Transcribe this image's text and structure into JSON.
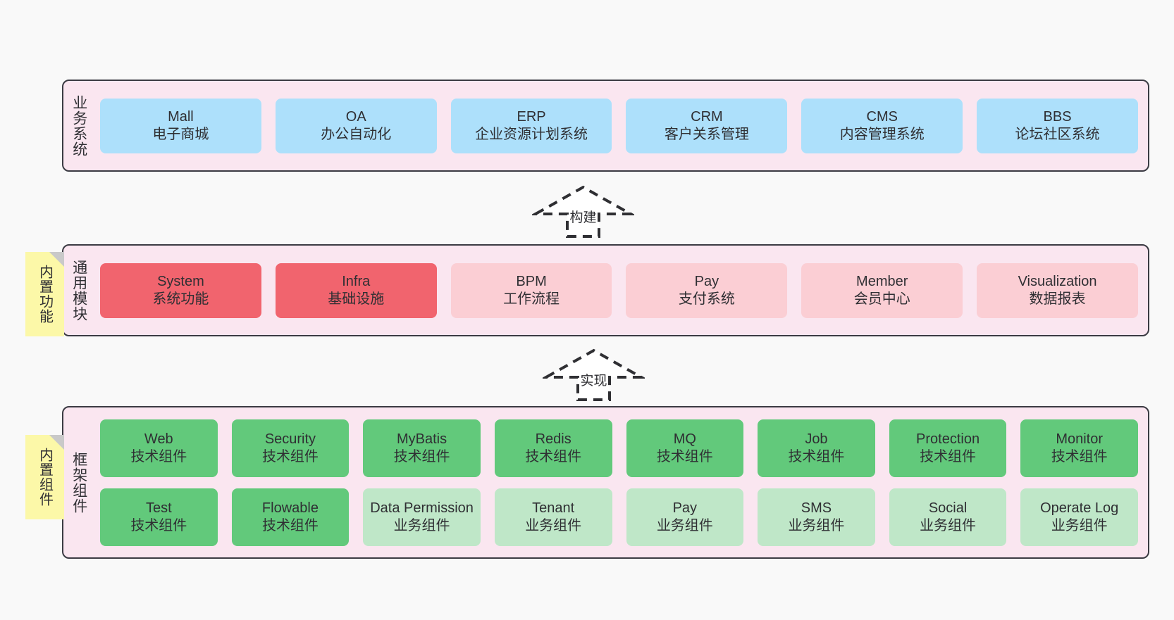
{
  "layers": [
    {
      "id": "business",
      "title": "业务系统",
      "rows": [
        {
          "cards": [
            {
              "en": "Mall",
              "cn": "电子商城",
              "style": "blue"
            },
            {
              "en": "OA",
              "cn": "办公自动化",
              "style": "blue"
            },
            {
              "en": "ERP",
              "cn": "企业资源计划系统",
              "style": "blue"
            },
            {
              "en": "CRM",
              "cn": "客户关系管理",
              "style": "blue"
            },
            {
              "en": "CMS",
              "cn": "内容管理系统",
              "style": "blue"
            },
            {
              "en": "BBS",
              "cn": "论坛社区系统",
              "style": "blue"
            }
          ]
        }
      ]
    },
    {
      "id": "modules",
      "title": "通用模块",
      "rows": [
        {
          "cards": [
            {
              "en": "System",
              "cn": "系统功能",
              "style": "red"
            },
            {
              "en": "Infra",
              "cn": "基础设施",
              "style": "red"
            },
            {
              "en": "BPM",
              "cn": "工作流程",
              "style": "pink"
            },
            {
              "en": "Pay",
              "cn": "支付系统",
              "style": "pink"
            },
            {
              "en": "Member",
              "cn": "会员中心",
              "style": "pink"
            },
            {
              "en": "Visualization",
              "cn": "数据报表",
              "style": "pink"
            }
          ]
        }
      ]
    },
    {
      "id": "framework",
      "title": "框架组件",
      "rows": [
        {
          "cards": [
            {
              "en": "Web",
              "cn": "技术组件",
              "style": "green"
            },
            {
              "en": "Security",
              "cn": "技术组件",
              "style": "green"
            },
            {
              "en": "MyBatis",
              "cn": "技术组件",
              "style": "green"
            },
            {
              "en": "Redis",
              "cn": "技术组件",
              "style": "green"
            },
            {
              "en": "MQ",
              "cn": "技术组件",
              "style": "green"
            },
            {
              "en": "Job",
              "cn": "技术组件",
              "style": "green"
            },
            {
              "en": "Protection",
              "cn": "技术组件",
              "style": "green"
            },
            {
              "en": "Monitor",
              "cn": "技术组件",
              "style": "green"
            }
          ]
        },
        {
          "cards": [
            {
              "en": "Test",
              "cn": "技术组件",
              "style": "green"
            },
            {
              "en": "Flowable",
              "cn": "技术组件",
              "style": "green"
            },
            {
              "en": "Data Permission",
              "cn": "业务组件",
              "style": "lightgreen",
              "wrap": true
            },
            {
              "en": "Tenant",
              "cn": "业务组件",
              "style": "lightgreen"
            },
            {
              "en": "Pay",
              "cn": "业务组件",
              "style": "lightgreen"
            },
            {
              "en": "SMS",
              "cn": "业务组件",
              "style": "lightgreen"
            },
            {
              "en": "Social",
              "cn": "业务组件",
              "style": "lightgreen"
            },
            {
              "en": "Operate Log",
              "cn": "业务组件",
              "style": "lightgreen"
            }
          ]
        }
      ]
    }
  ],
  "notes": [
    {
      "id": "functions",
      "text": "内置功能"
    },
    {
      "id": "components",
      "text": "内置组件"
    }
  ],
  "arrows": [
    {
      "id": "build",
      "label": "构建"
    },
    {
      "id": "impl",
      "label": "实现"
    }
  ],
  "colors": {
    "canvas_background": "#f9f9f9",
    "layer_background": "#fae6f0",
    "layer_border": "#3b3b43",
    "card_blue": "#ade0fb",
    "card_red": "#f1646e",
    "card_pink": "#fbced4",
    "card_green": "#62c97b",
    "card_lightgreen": "#bfe7c8",
    "note_background": "#fcf8a8",
    "note_fold": "#c9c9c9",
    "text": "#2f2f33"
  }
}
